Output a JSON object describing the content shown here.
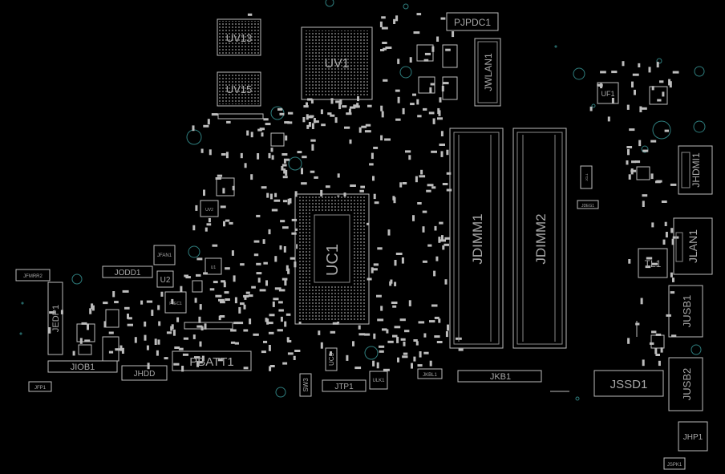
{
  "board": {
    "background": "#000000",
    "outline_color": "#bdbdbd",
    "label_color": "#a8a8a8",
    "via_color": "#2e7d7d"
  },
  "labels": {
    "uv13": "UV13",
    "uv15": "UV15",
    "uv1": "UV1",
    "pjpdc1": "PJPDC1",
    "jwlan1": "JWLAN1",
    "uc1": "UC1",
    "jdimm1": "JDIMM1",
    "jdimm2": "JDIMM2",
    "uf1": "UF1",
    "jhdmi1": "JHDMI1",
    "jlan1": "JLAN1",
    "tl1": "TL1",
    "jusb1": "JUSB1",
    "jusb2": "JUSB2",
    "jssd1": "JSSD1",
    "jkb1": "JKB1",
    "jkbl1": "JKBL1",
    "jhp1": "JHP1",
    "jspk1": "JSPK1",
    "pbatt1": "PBATT1",
    "jhdd": "JHDD",
    "jiob1": "JIOB1",
    "jedp1": "JEDP1",
    "jodd1": "JODD1",
    "jfan1": "JFAN1",
    "u2": "U2",
    "jtp1": "JTP1",
    "sw3": "SW3",
    "uc3": "UC3",
    "ulk1": "ULK1",
    "jfp1": "JFP1",
    "jfmrr2": "JFMRR2",
    "jdeg1": "JDEG1",
    "uv2": "UV2",
    "pjec1": "PJEC1",
    "u1": "U1",
    "jcl1": "JCL1"
  }
}
